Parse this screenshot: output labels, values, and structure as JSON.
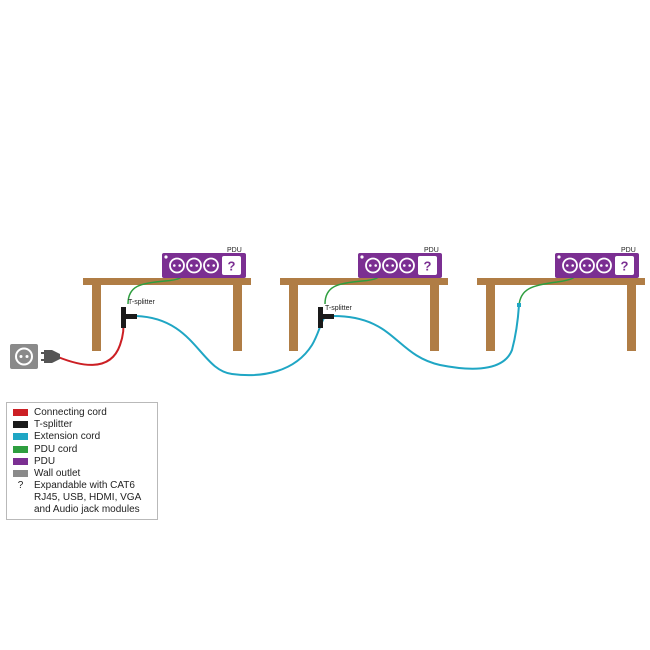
{
  "colors": {
    "connecting_cord": "#cc1f24",
    "t_splitter": "#1a1a1a",
    "extension_cord": "#1fa6c4",
    "pdu_cord": "#2e9e3f",
    "pdu": "#7b2f92",
    "wall_outlet": "#8a8a8a",
    "desk": "#b07d45"
  },
  "labels": {
    "pdu": "PDU",
    "t_splitter": "T-splitter",
    "module_mark": "?"
  },
  "legend": {
    "items": [
      {
        "label": "Connecting cord",
        "color": "#cc1f24"
      },
      {
        "label": "T-splitter",
        "color": "#1a1a1a"
      },
      {
        "label": "Extension cord",
        "color": "#1fa6c4"
      },
      {
        "label": "PDU cord",
        "color": "#2e9e3f"
      },
      {
        "label": "PDU",
        "color": "#7b2f92"
      },
      {
        "label": "Wall outlet",
        "color": "#8a8a8a"
      }
    ],
    "note_mark": "?",
    "note": "Expandable with CAT6 RJ45, USB, HDMI, VGA and Audio jack modules"
  }
}
